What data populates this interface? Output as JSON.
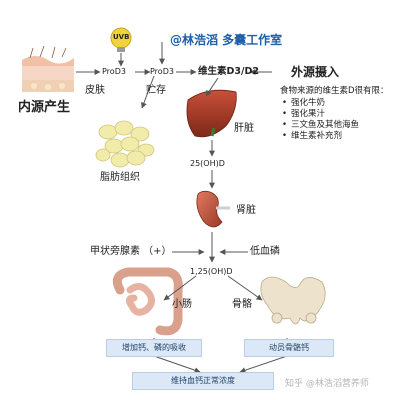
{
  "header": {
    "brand": "@林浩滔 多囊工作室"
  },
  "labels": {
    "uvb": "UVB",
    "endogenous": "内源产生",
    "skin": "皮肤",
    "storage": "贮存",
    "prod3_a": "ProD3",
    "prod3_b": "ProD3",
    "vitd": "维生素D3/D2",
    "exogenous": "外源摄入",
    "liver": "肝脏",
    "fat": "脂肪组织",
    "hydroxy25": "25(OH)D",
    "kidney": "肾脏",
    "pth": "甲状旁腺素 （+）",
    "low_phosphate": "低血磷",
    "dihydroxy": "1,25(OH)D",
    "intestine": "小肠",
    "bone": "骨骼"
  },
  "food_sources": {
    "title": "食物来源的维生素D很有限：",
    "items": [
      "强化牛奶",
      "强化果汁",
      "三文鱼及其他海鱼",
      "维生素补充剂"
    ]
  },
  "outcomes": {
    "absorb": "增加钙、磷的吸收",
    "mobilize": "动员骨骼钙",
    "maintain": "维持血钙正常浓度"
  },
  "watermark": "知乎 @林浩滔营养师"
}
